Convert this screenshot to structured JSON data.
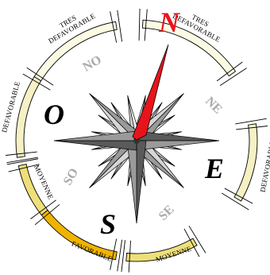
{
  "directions": {
    "north": {
      "label": "N",
      "color": "#e8141b"
    },
    "east": {
      "label": "E",
      "color": "#000000"
    },
    "south": {
      "label": "S",
      "color": "#000000"
    },
    "west": {
      "label": "O",
      "color": "#000000"
    },
    "northeast": {
      "label": "NE",
      "color": "#a9a9a9"
    },
    "southeast": {
      "label": "SE",
      "color": "#a9a9a9"
    },
    "southwest": {
      "label": "SO",
      "color": "#a9a9a9"
    },
    "northwest": {
      "label": "NO",
      "color": "#a9a9a9"
    }
  },
  "ring_segments": [
    {
      "id": "tres-defavorable-left",
      "lines": [
        "TRES",
        "DEFAVORABLE"
      ],
      "color": "#fbfbe4"
    },
    {
      "id": "tres-defavorable-right",
      "lines": [
        "TRES",
        "DEFAVORABLE"
      ],
      "color": "#fbfbe4"
    },
    {
      "id": "defavorable-left",
      "lines": [
        "DEFAVORABLE"
      ],
      "color": "#f5f1c4"
    },
    {
      "id": "defavorable-right",
      "lines": [
        "DEFAVORABLE"
      ],
      "color": "#f5f1c4"
    },
    {
      "id": "moyenne-left",
      "lines": [
        "MOYENNE"
      ],
      "color": "#eedf7a"
    },
    {
      "id": "moyenne-right",
      "lines": [
        "MOYENNE"
      ],
      "color": "#eedf7a"
    },
    {
      "id": "favorable",
      "lines": [
        "FAVORABLE"
      ],
      "color": "#f0b400"
    }
  ],
  "colors": {
    "needle_north": "#e8141b",
    "star_dark": "#5a5a5a",
    "star_mid": "#9a9a9a",
    "star_light": "#d6d6d6"
  }
}
